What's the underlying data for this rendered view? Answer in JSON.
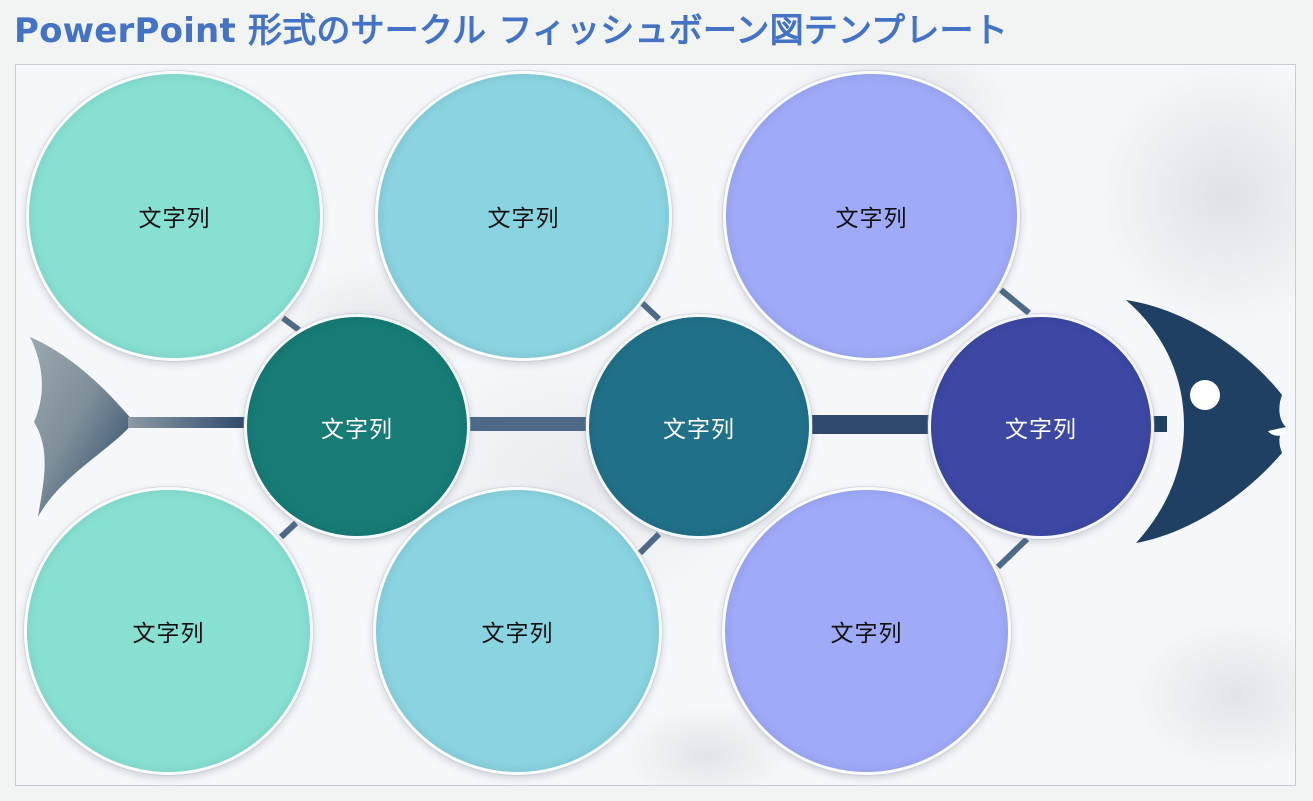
{
  "title": "PowerPoint 形式のサークル フィッシュボーン図テンプレート",
  "colors": {
    "title": "#4472c4",
    "mint": "#88e0d3",
    "aqua": "#8ad3e0",
    "lavender": "#9faaf8",
    "hub_teal": "#177b76",
    "hub_blue_teal": "#217089",
    "hub_indigo": "#3c48a4",
    "spine": "#4f6a88",
    "fish": "#1f3f63"
  },
  "diagram": {
    "hubs": [
      {
        "label": "文字列"
      },
      {
        "label": "文字列"
      },
      {
        "label": "文字列"
      }
    ],
    "top_circles": [
      {
        "label": "文字列"
      },
      {
        "label": "文字列"
      },
      {
        "label": "文字列"
      }
    ],
    "bottom_circles": [
      {
        "label": "文字列"
      },
      {
        "label": "文字列"
      },
      {
        "label": "文字列"
      }
    ]
  }
}
